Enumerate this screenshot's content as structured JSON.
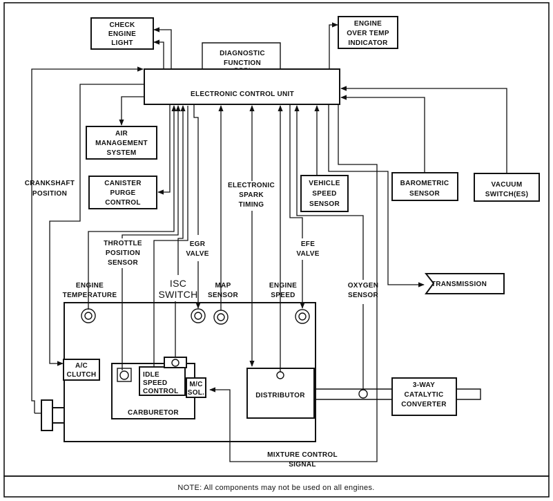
{
  "labels": {
    "check_engine": [
      "CHECK",
      "ENGINE",
      "LIGHT"
    ],
    "diagnostic": [
      "DIAGNOSTIC",
      "FUNCTION"
    ],
    "over_temp": [
      "ENGINE",
      "OVER TEMP",
      "INDICATOR"
    ],
    "ecu": "ELECTRONIC CONTROL UNIT",
    "air_mgmt": [
      "AIR",
      "MANAGEMENT",
      "SYSTEM"
    ],
    "crankshaft": [
      "CRANKSHAFT",
      "POSITION"
    ],
    "canister": [
      "CANISTER",
      "PURGE",
      "CONTROL"
    ],
    "spark": [
      "ELECTRONIC",
      "SPARK",
      "TIMING"
    ],
    "vehicle_speed": [
      "VEHICLE",
      "SPEED",
      "SENSOR"
    ],
    "barometric": [
      "BAROMETRIC",
      "SENSOR"
    ],
    "vacuum": [
      "VACUUM",
      "SWITCH(ES)"
    ],
    "throttle": [
      "THROTTLE",
      "POSITION",
      "SENSOR"
    ],
    "egr": [
      "EGR",
      "VALVE"
    ],
    "efe": [
      "EFE",
      "VALVE"
    ],
    "isc": [
      "ISC",
      "SWITCH"
    ],
    "engine_temp": [
      "ENGINE",
      "TEMPERATURE"
    ],
    "map": [
      "MAP",
      "SENSOR"
    ],
    "engine_speed": [
      "ENGINE",
      "SPEED"
    ],
    "oxygen": [
      "OXYGEN",
      "SENSOR"
    ],
    "transmission": "TRANSMISSION",
    "ac_clutch": [
      "A/C",
      "CLUTCH"
    ],
    "idle_speed": [
      "IDLE",
      "SPEED",
      "CONTROL"
    ],
    "mc_sol": [
      "M/C",
      "SOL."
    ],
    "carburetor": "CARBURETOR",
    "distributor": "DISTRIBUTOR",
    "catalytic": [
      "3-WAY",
      "CATALYTIC",
      "CONVERTER"
    ],
    "mixture": [
      "MIXTURE CONTROL",
      "SIGNAL"
    ],
    "note": "NOTE: All components may not be used on all engines."
  }
}
